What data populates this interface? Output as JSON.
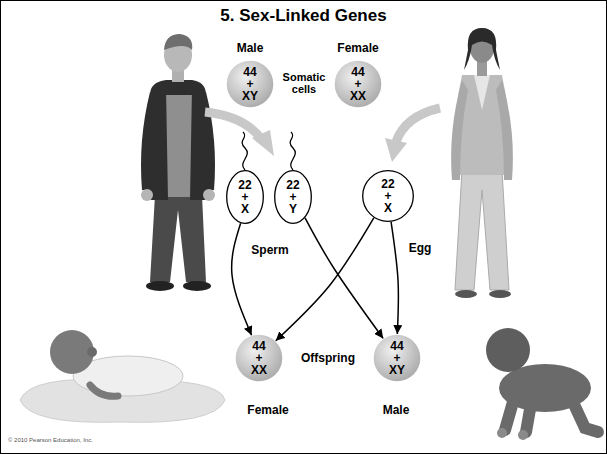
{
  "diagram": {
    "title": "5. Sex-Linked Genes",
    "nodes": [
      {
        "text": [
          "44 + XY"
        ]
      },
      {
        "text": [
          "44 + XX"
        ]
      },
      {
        "text": [
          "22 + X"
        ]
      },
      {
        "text": [
          "22 + Y"
        ]
      },
      {
        "text": [
          "22 + X"
        ]
      },
      {
        "text": [
          "44 + XX"
        ]
      },
      {
        "text": [
          "44 + XY"
        ]
      }
    ],
    "edges": [
      {
        "from": 2,
        "to": 5,
        "arrow": "to"
      },
      {
        "from": 3,
        "to": 6,
        "arrow": "to"
      },
      {
        "from": 4,
        "to": 5,
        "arrow": "to"
      },
      {
        "from": 4,
        "to": 6,
        "arrow": "to"
      }
    ],
    "labels": [
      "Male",
      "Female",
      "Somatic cells",
      "Sperm",
      "Egg",
      "Offspring",
      "Female",
      "Male",
      "© 2010 Pearson Education, Inc."
    ]
  }
}
